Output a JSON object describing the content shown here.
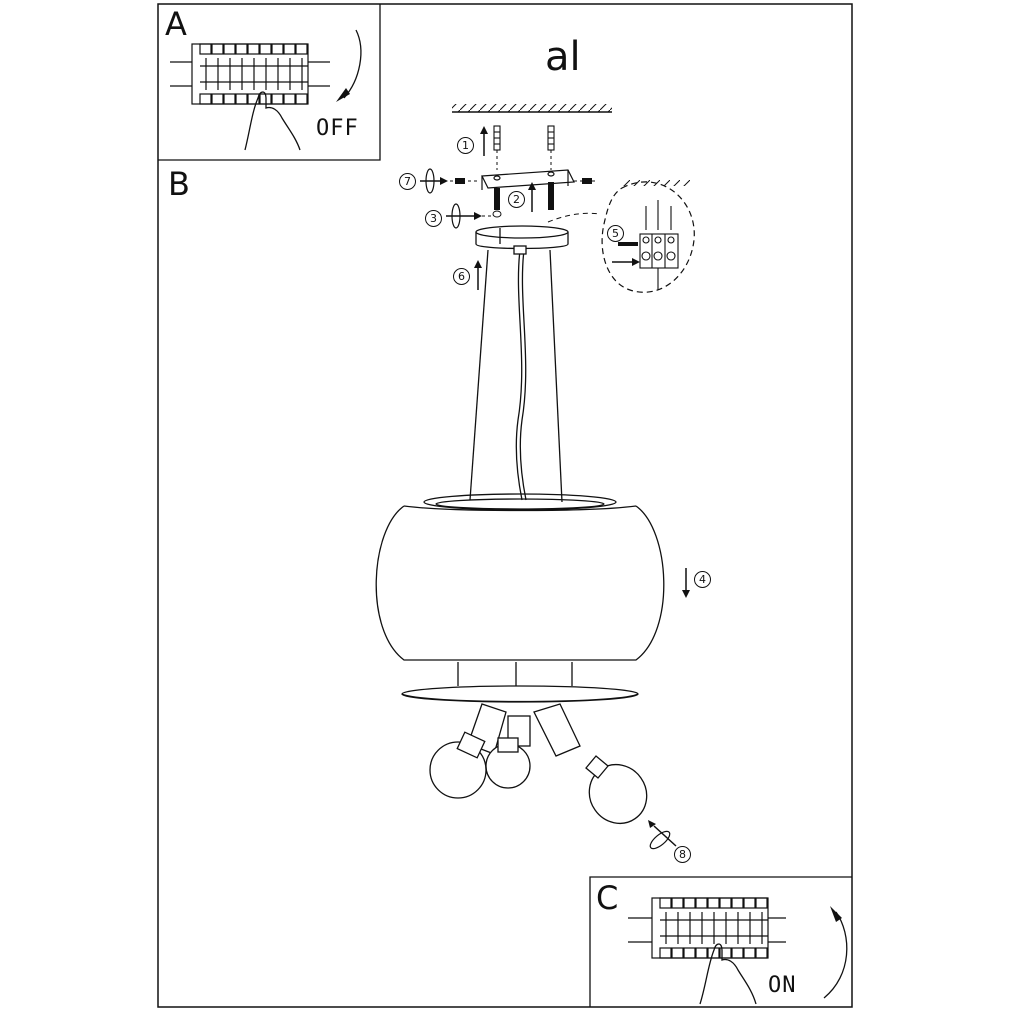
{
  "title": "al",
  "panels": {
    "a": {
      "letter": "A",
      "switch_label": "OFF"
    },
    "b": {
      "letter": "B"
    },
    "c": {
      "letter": "C",
      "switch_label": "ON"
    }
  },
  "steps": [
    "1",
    "2",
    "3",
    "4",
    "5",
    "6",
    "7",
    "8"
  ],
  "colors": {
    "line": "#111111",
    "background": "#ffffff"
  }
}
